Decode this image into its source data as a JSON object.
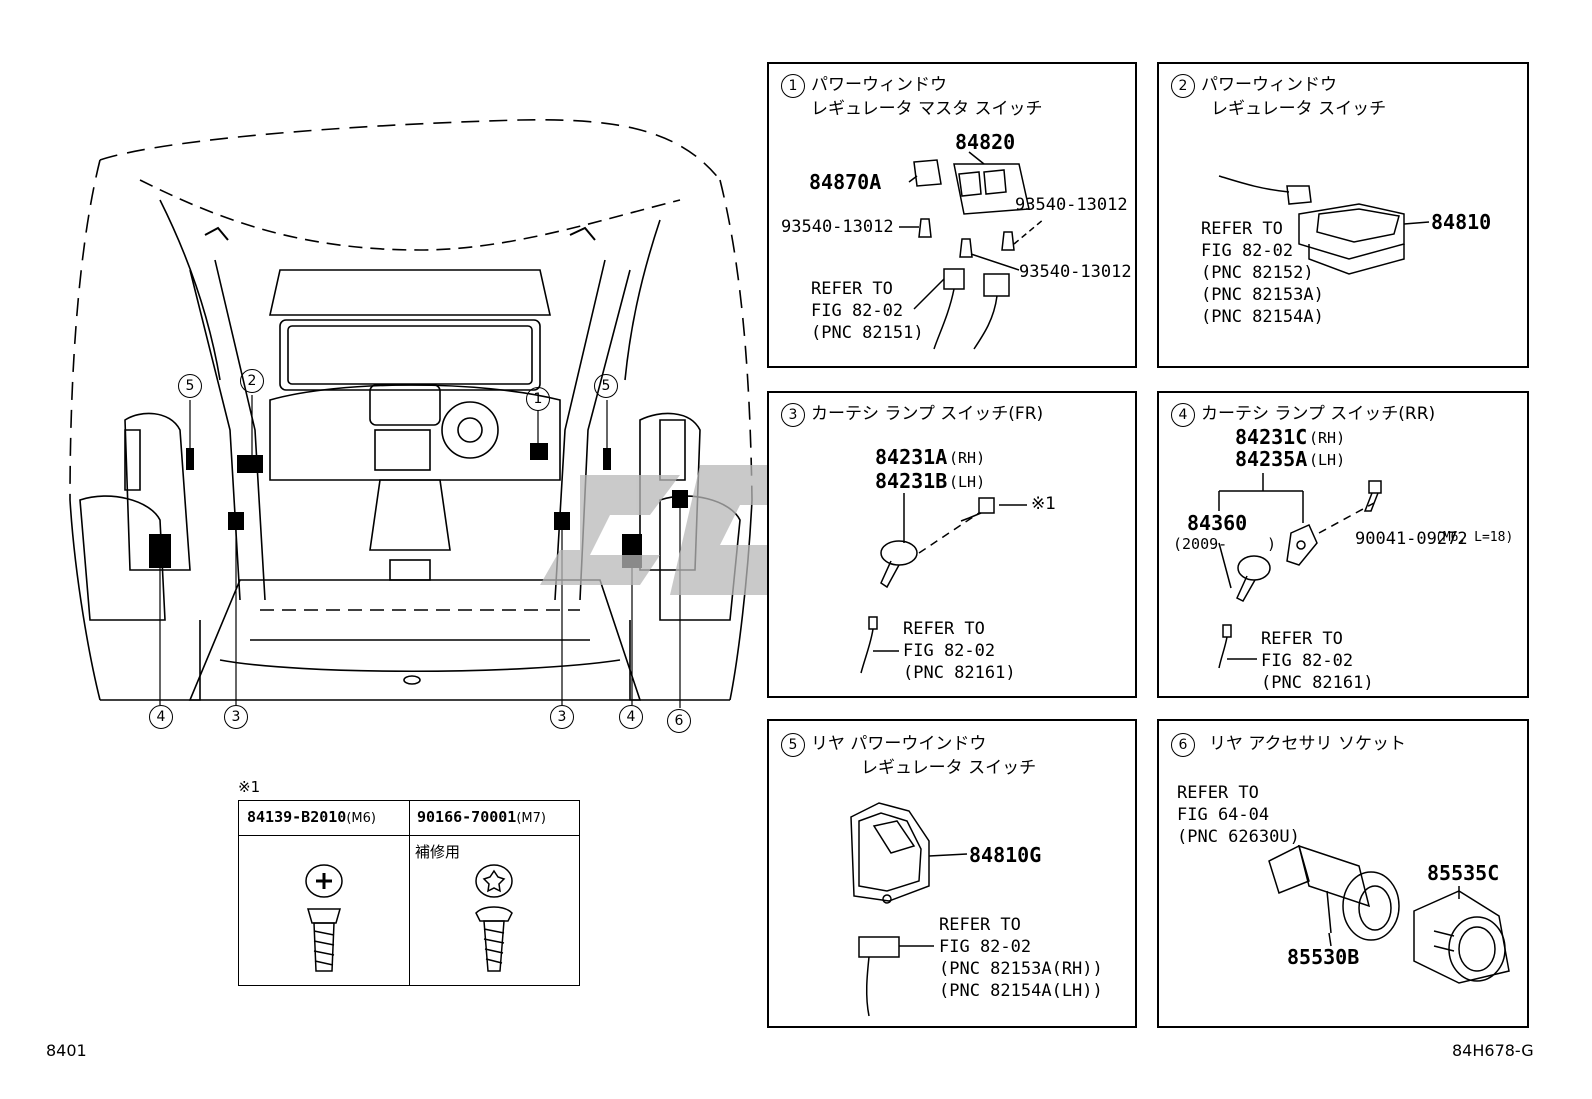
{
  "overview": {
    "callouts_top": [
      "5",
      "2",
      "1",
      "5"
    ],
    "callouts_bottom": [
      "4",
      "3",
      "3",
      "4",
      "6"
    ]
  },
  "fastener_table": {
    "note": "※1",
    "col1_header": "84139-B2010",
    "col1_size": "(M6)",
    "col2_header": "90166-70001",
    "col2_size": "(M7)",
    "col2_note": "補修用"
  },
  "panels": [
    {
      "num": "1",
      "title": "パワーウィンドウ",
      "title2": "レギュレータ マスタ スイッチ",
      "parts": [
        "84820",
        "84870A",
        "93540-13012",
        "93540-13012",
        "93540-13012"
      ],
      "ref": [
        "REFER TO",
        "FIG 82-02",
        "(PNC 82151)"
      ]
    },
    {
      "num": "2",
      "title": "パワーウィンドウ",
      "title2": "レギュレータ スイッチ",
      "parts": [
        "84810"
      ],
      "ref": [
        "REFER TO",
        "FIG 82-02",
        "(PNC 82152)",
        "(PNC 82153A)",
        "(PNC 82154A)"
      ]
    },
    {
      "num": "3",
      "title": "カーテシ ランプ スイッチ(FR)",
      "parts": [
        "84231A",
        "(RH)",
        "84231B",
        "(LH)",
        "※1"
      ],
      "ref": [
        "REFER TO",
        "FIG 82-02",
        "(PNC 82161)"
      ]
    },
    {
      "num": "4",
      "title": "カーテシ ランプ スイッチ(RR)",
      "parts": [
        "84231C",
        "(RH)",
        "84235A",
        "(LH)",
        "84360",
        "(2009-",
        ")",
        "90041-09272",
        "(M6, L=18)"
      ],
      "ref": [
        "REFER TO",
        "FIG 82-02",
        "(PNC 82161)"
      ]
    },
    {
      "num": "5",
      "title": "リヤ パワーウインドウ",
      "title2": "レギュレータ スイッチ",
      "parts": [
        "84810G"
      ],
      "ref": [
        "REFER TO",
        "FIG 82-02",
        "(PNC 82153A(RH))",
        "(PNC 82154A(LH))"
      ]
    },
    {
      "num": "6",
      "title": "リヤ アクセサリ ソケット",
      "parts": [
        "85535C",
        "85530B"
      ],
      "ref": [
        "REFER TO",
        "FIG 64-04",
        "(PNC 62630U)"
      ]
    }
  ],
  "footer": {
    "left": "8401",
    "right": "84H678-G"
  }
}
